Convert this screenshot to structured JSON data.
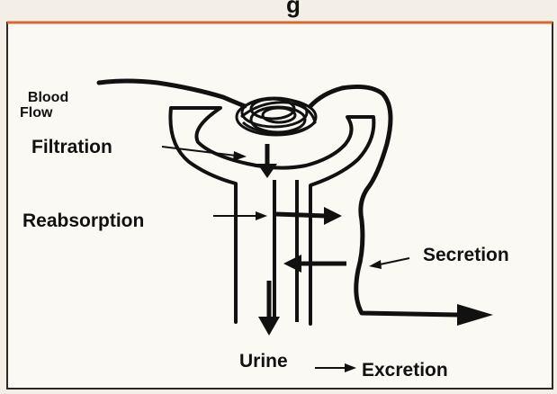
{
  "title_fragment": "g",
  "labels": {
    "blood_flow": "Blood\nFlow",
    "filtration": "Filtration",
    "reabsorption": "Reabsorption",
    "secretion": "Secretion",
    "urine": "Urine",
    "excretion": "Excretion"
  },
  "colors": {
    "page_background": "#f3efe7",
    "panel_background": "#fbf9f4",
    "border_top": "#d9672e",
    "border_other": "#2a2a2a",
    "ink": "#111111"
  }
}
